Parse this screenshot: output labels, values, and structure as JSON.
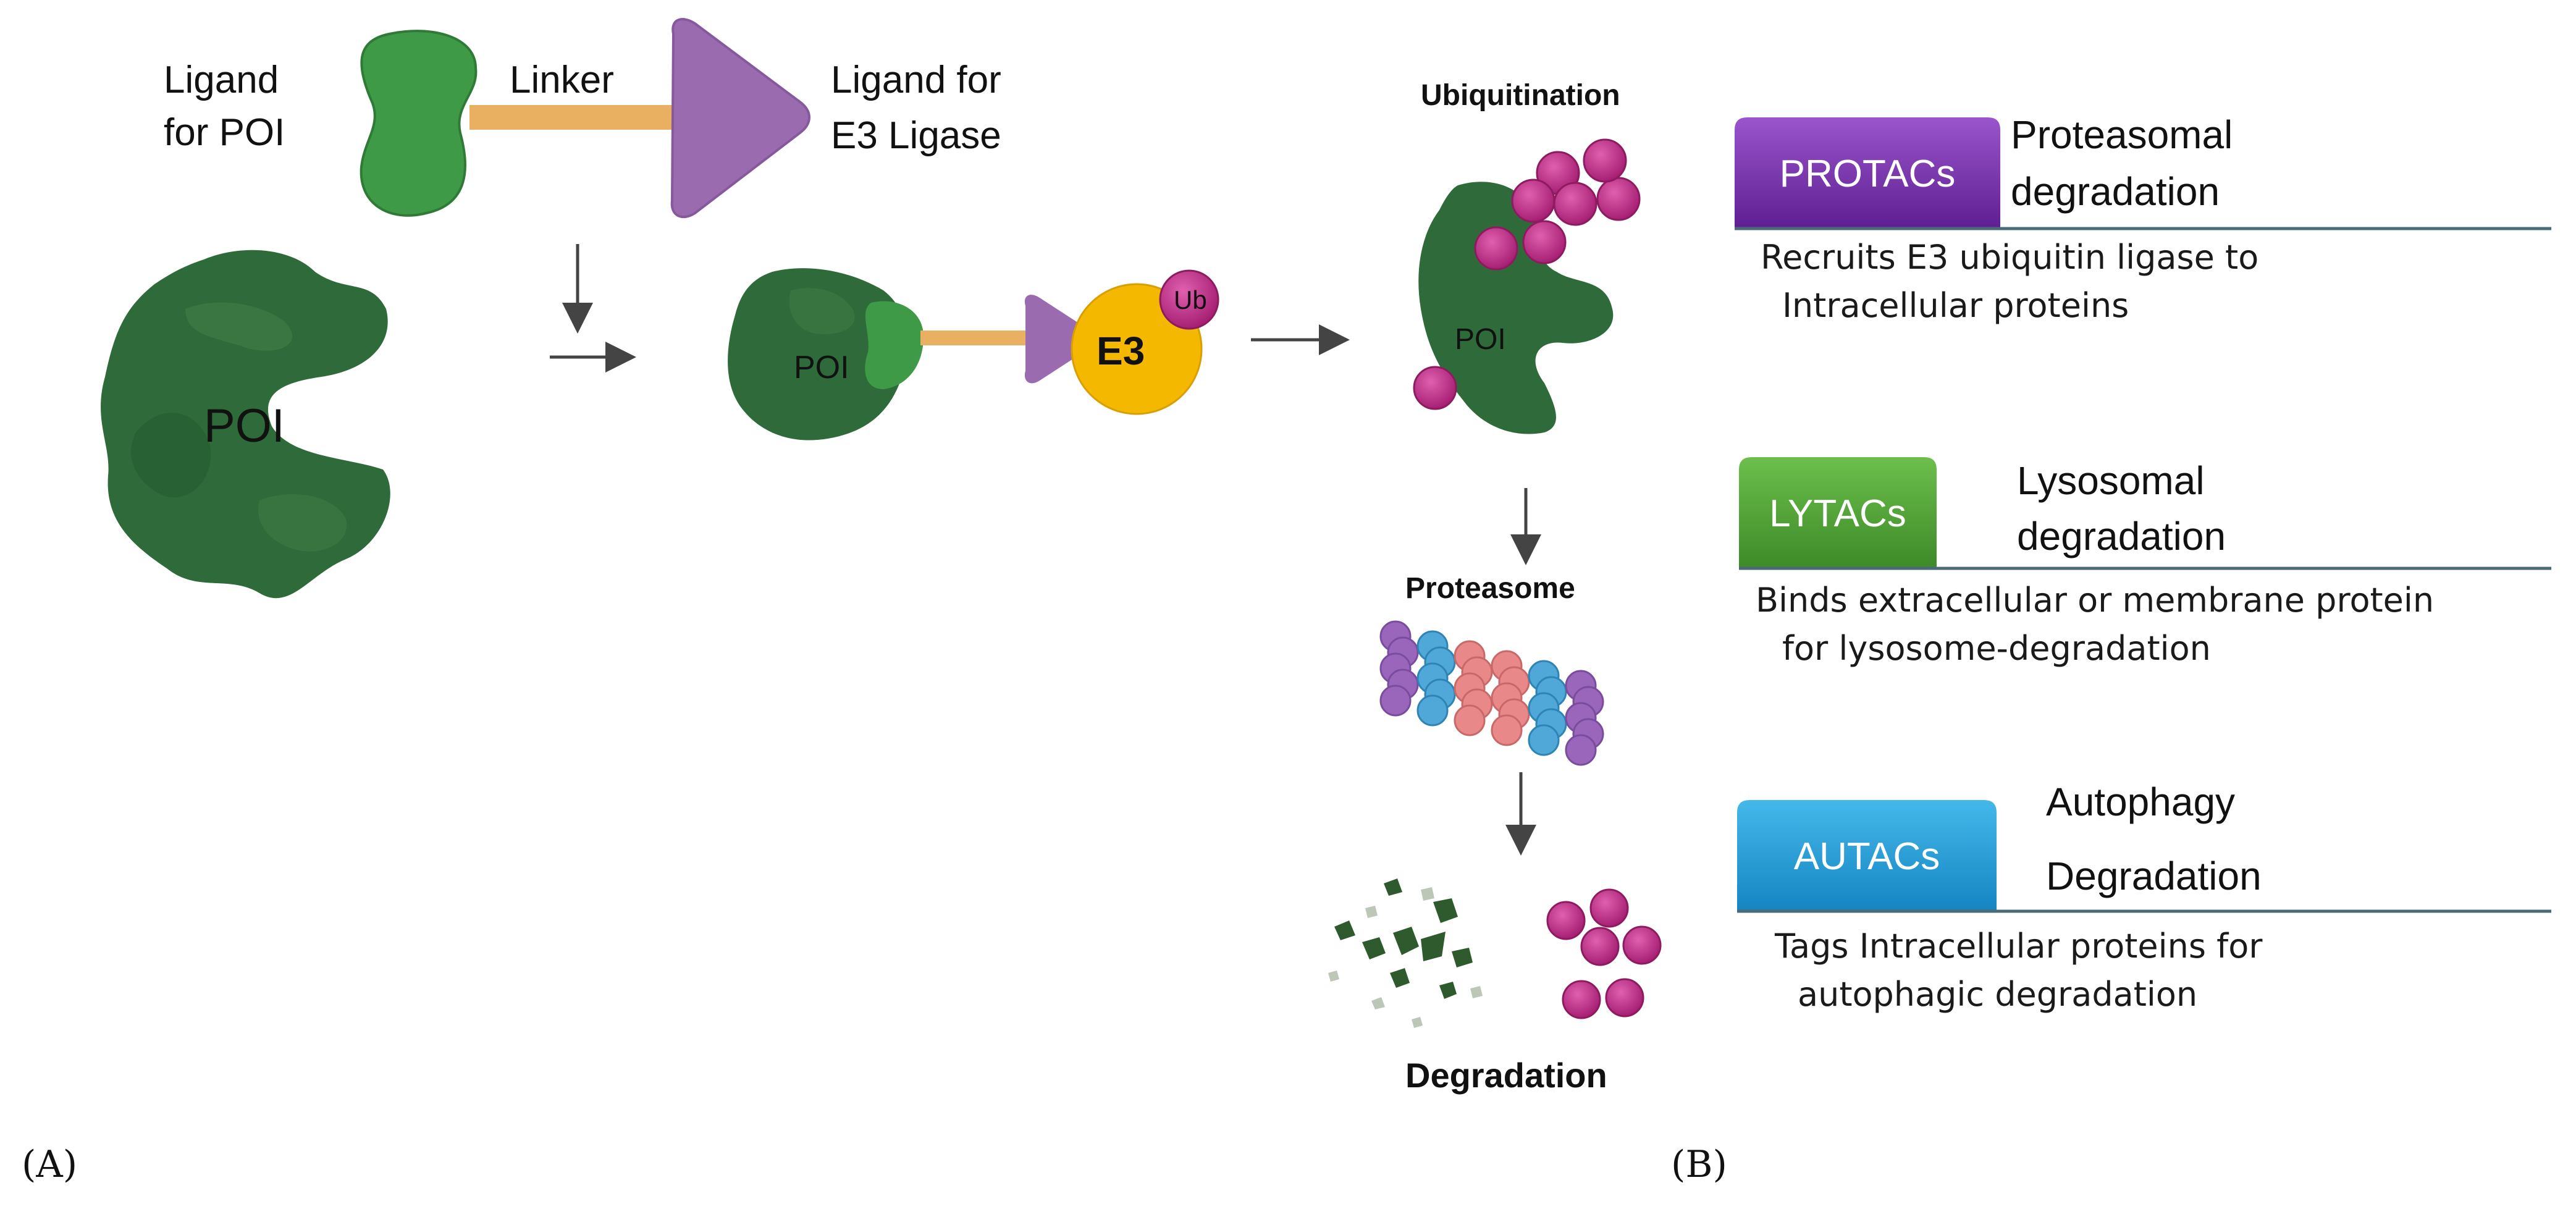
{
  "panel_a": {
    "ligand_poi": [
      "Ligand",
      "for POI"
    ],
    "linker": "Linker",
    "ligand_e3": [
      "Ligand for",
      "E3 Ligase"
    ],
    "poi_label": "POI",
    "complex_poi_label": "POI",
    "e3_label": "E3",
    "ub_label": "Ub",
    "panel_label": "(A)"
  },
  "pathway": {
    "ubiquitination": "Ubiquitination",
    "poi_label": "POI",
    "proteasome": "Proteasome",
    "degradation": "Degradation"
  },
  "panel_b": {
    "panel_label": "(B)",
    "items": [
      {
        "badge": "PROTACs",
        "title": [
          "Proteasomal",
          "degradation"
        ],
        "desc": [
          "Recruits E3 ubiquitin ligase to",
          "Intracellular proteins"
        ],
        "color": "#7B2FB0"
      },
      {
        "badge": "LYTACs",
        "title": [
          "Lysosomal",
          "degradation"
        ],
        "desc": [
          "Binds extracellular or membrane protein",
          "for lysosome-degradation"
        ],
        "color": "#4FA032"
      },
      {
        "badge": "AUTACs",
        "title": [
          "Autophagy",
          "Degradation"
        ],
        "desc": [
          "Tags Intracellular proteins for",
          "autophagic degradation"
        ],
        "color": "#1A9AD6"
      }
    ]
  },
  "colors": {
    "poi_dark": "#2F6B3A",
    "ligand_green": "#3E9A46",
    "linker": "#E8B060",
    "ligand_purple": "#9B6BB0",
    "e3_yellow": "#F5B800",
    "ubiquitin": "#C2308A",
    "proteasome_blue": "#4FA8D8",
    "proteasome_pink": "#E88888",
    "proteasome_purple": "#9966BB",
    "divider": "#4A6A78"
  }
}
